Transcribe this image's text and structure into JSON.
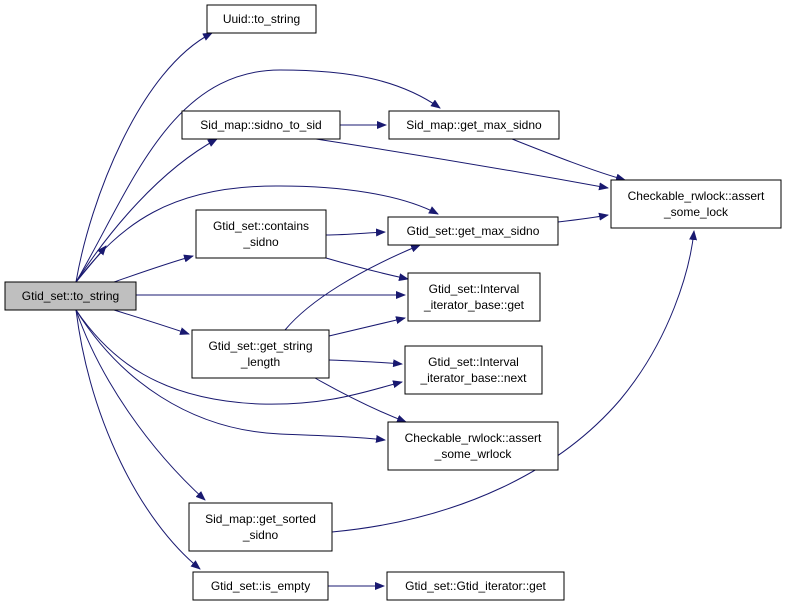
{
  "diagram": {
    "type": "call-graph",
    "colors": {
      "edge": "#191970",
      "root_fill": "#bfbfbf",
      "node_fill": "#ffffff",
      "node_border": "#000000"
    },
    "nodes": [
      {
        "id": "to_string",
        "lines": [
          "Gtid_set::to_string"
        ],
        "root": true
      },
      {
        "id": "uuid_to_string",
        "lines": [
          "Uuid::to_string"
        ]
      },
      {
        "id": "sidno_to_sid",
        "lines": [
          "Sid_map::sidno_to_sid"
        ]
      },
      {
        "id": "sidmap_max_sidno",
        "lines": [
          "Sid_map::get_max_sidno"
        ]
      },
      {
        "id": "assert_some_lock",
        "lines": [
          "Checkable_rwlock::assert",
          "_some_lock"
        ]
      },
      {
        "id": "contains_sidno",
        "lines": [
          "Gtid_set::contains",
          "_sidno"
        ]
      },
      {
        "id": "gtid_max_sidno",
        "lines": [
          "Gtid_set::get_max_sidno"
        ]
      },
      {
        "id": "interval_get",
        "lines": [
          "Gtid_set::Interval",
          "_iterator_base::get"
        ]
      },
      {
        "id": "get_string_length",
        "lines": [
          "Gtid_set::get_string",
          "_length"
        ]
      },
      {
        "id": "interval_next",
        "lines": [
          "Gtid_set::Interval",
          "_iterator_base::next"
        ]
      },
      {
        "id": "assert_some_wrlock",
        "lines": [
          "Checkable_rwlock::assert",
          "_some_wrlock"
        ]
      },
      {
        "id": "get_sorted_sidno",
        "lines": [
          "Sid_map::get_sorted",
          "_sidno"
        ]
      },
      {
        "id": "is_empty",
        "lines": [
          "Gtid_set::is_empty"
        ]
      },
      {
        "id": "gtid_iterator_get",
        "lines": [
          "Gtid_set::Gtid_iterator::get"
        ]
      }
    ],
    "edges": [
      {
        "from": "to_string",
        "to": "uuid_to_string"
      },
      {
        "from": "to_string",
        "to": "sidmap_max_sidno"
      },
      {
        "from": "to_string",
        "to": "sidno_to_sid"
      },
      {
        "from": "to_string",
        "to": "assert_some_lock"
      },
      {
        "from": "to_string",
        "to": "gtid_max_sidno"
      },
      {
        "from": "to_string",
        "to": "contains_sidno"
      },
      {
        "from": "to_string",
        "to": "interval_get"
      },
      {
        "from": "to_string",
        "to": "get_string_length"
      },
      {
        "from": "to_string",
        "to": "interval_next"
      },
      {
        "from": "to_string",
        "to": "assert_some_wrlock"
      },
      {
        "from": "to_string",
        "to": "get_sorted_sidno"
      },
      {
        "from": "to_string",
        "to": "is_empty"
      },
      {
        "from": "sidno_to_sid",
        "to": "sidmap_max_sidno"
      },
      {
        "from": "sidno_to_sid",
        "to": "assert_some_lock"
      },
      {
        "from": "sidmap_max_sidno",
        "to": "assert_some_lock"
      },
      {
        "from": "contains_sidno",
        "to": "gtid_max_sidno"
      },
      {
        "from": "contains_sidno",
        "to": "interval_get"
      },
      {
        "from": "gtid_max_sidno",
        "to": "assert_some_lock"
      },
      {
        "from": "get_string_length",
        "to": "gtid_max_sidno"
      },
      {
        "from": "get_string_length",
        "to": "interval_get"
      },
      {
        "from": "get_string_length",
        "to": "interval_next"
      },
      {
        "from": "get_string_length",
        "to": "assert_some_wrlock"
      },
      {
        "from": "get_sorted_sidno",
        "to": "assert_some_lock"
      },
      {
        "from": "is_empty",
        "to": "gtid_iterator_get"
      }
    ]
  }
}
